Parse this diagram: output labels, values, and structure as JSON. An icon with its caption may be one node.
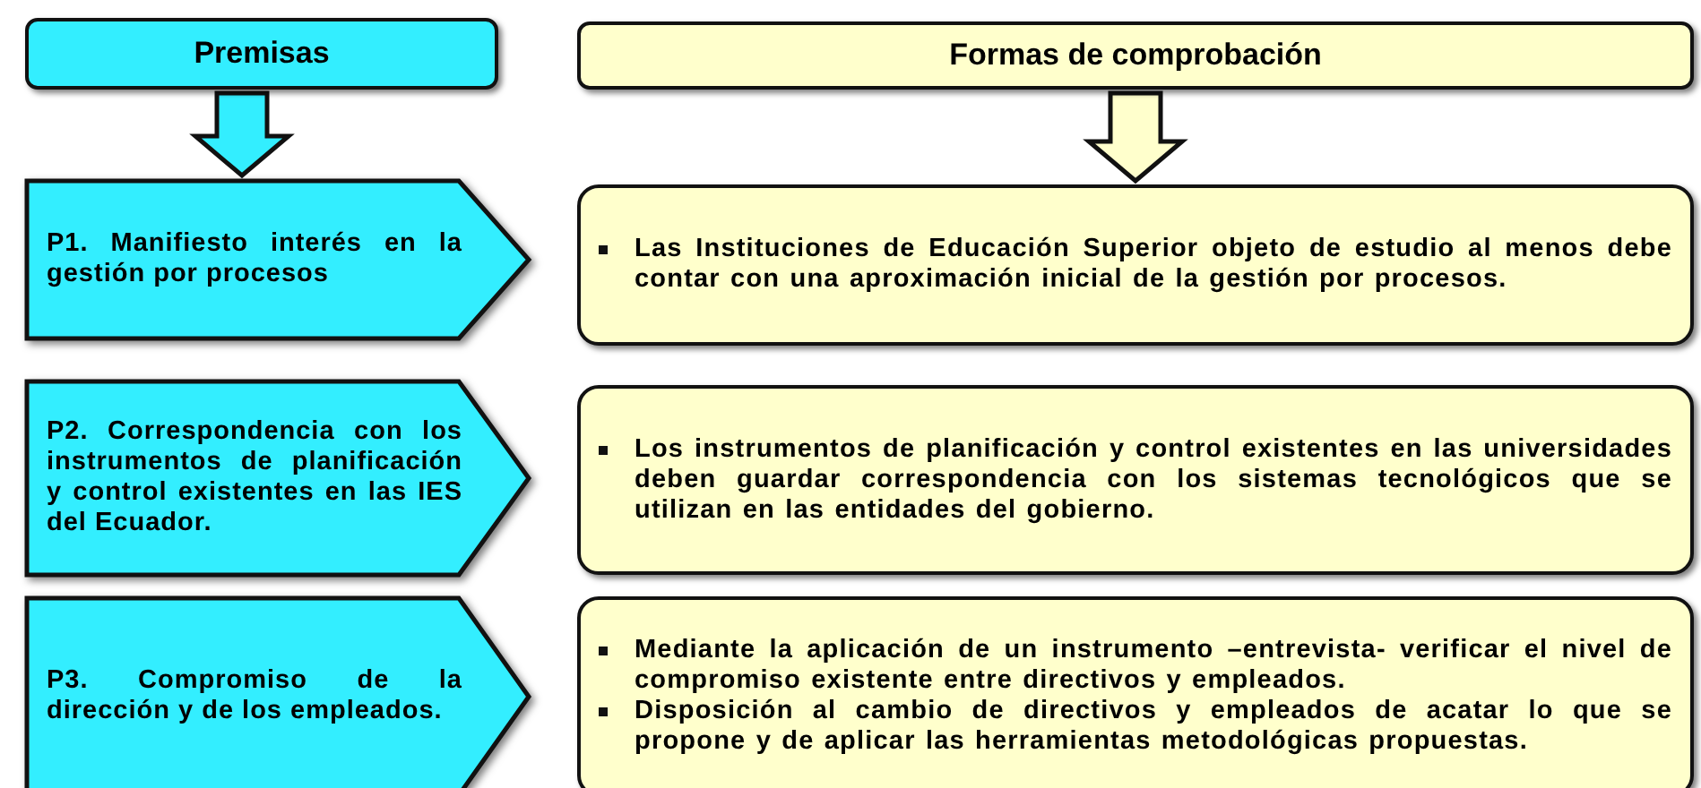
{
  "diagram": {
    "nodes": [
      {
        "text": [
          "Premisas"
        ]
      },
      {
        "text": [
          "Formas de comprobación"
        ]
      },
      {
        "text": [
          "P1. Manifiesto interés en la gestión por procesos"
        ]
      },
      {
        "text": [
          "Las Instituciones de Educación Superior objeto de estudio al menos debe contar con una aproximación inicial de la gestión por procesos."
        ]
      },
      {
        "text": [
          "P2. Correspondencia con los instrumentos de planificación y control existentes en las IES del Ecuador."
        ]
      },
      {
        "text": [
          "Los instrumentos de planificación y control existentes en las universidades deben guardar correspondencia con los sistemas tecnológicos que se utilizan en las entidades del gobierno."
        ]
      },
      {
        "text": [
          "P3. Compromiso de la dirección y de los empleados."
        ]
      },
      {
        "text": [
          "Mediante la aplicación de un instrumento –entrevista- verificar el nivel de compromiso existente entre directivos y empleados.",
          "Disposición al cambio de directivos y empleados de acatar lo que se propone y de aplicar las herramientas metodológicas propuestas."
        ]
      }
    ],
    "edges": [
      {
        "from": 0,
        "to": 2,
        "arrow": "to"
      },
      {
        "from": 1,
        "to": 3,
        "arrow": "to"
      }
    ]
  }
}
